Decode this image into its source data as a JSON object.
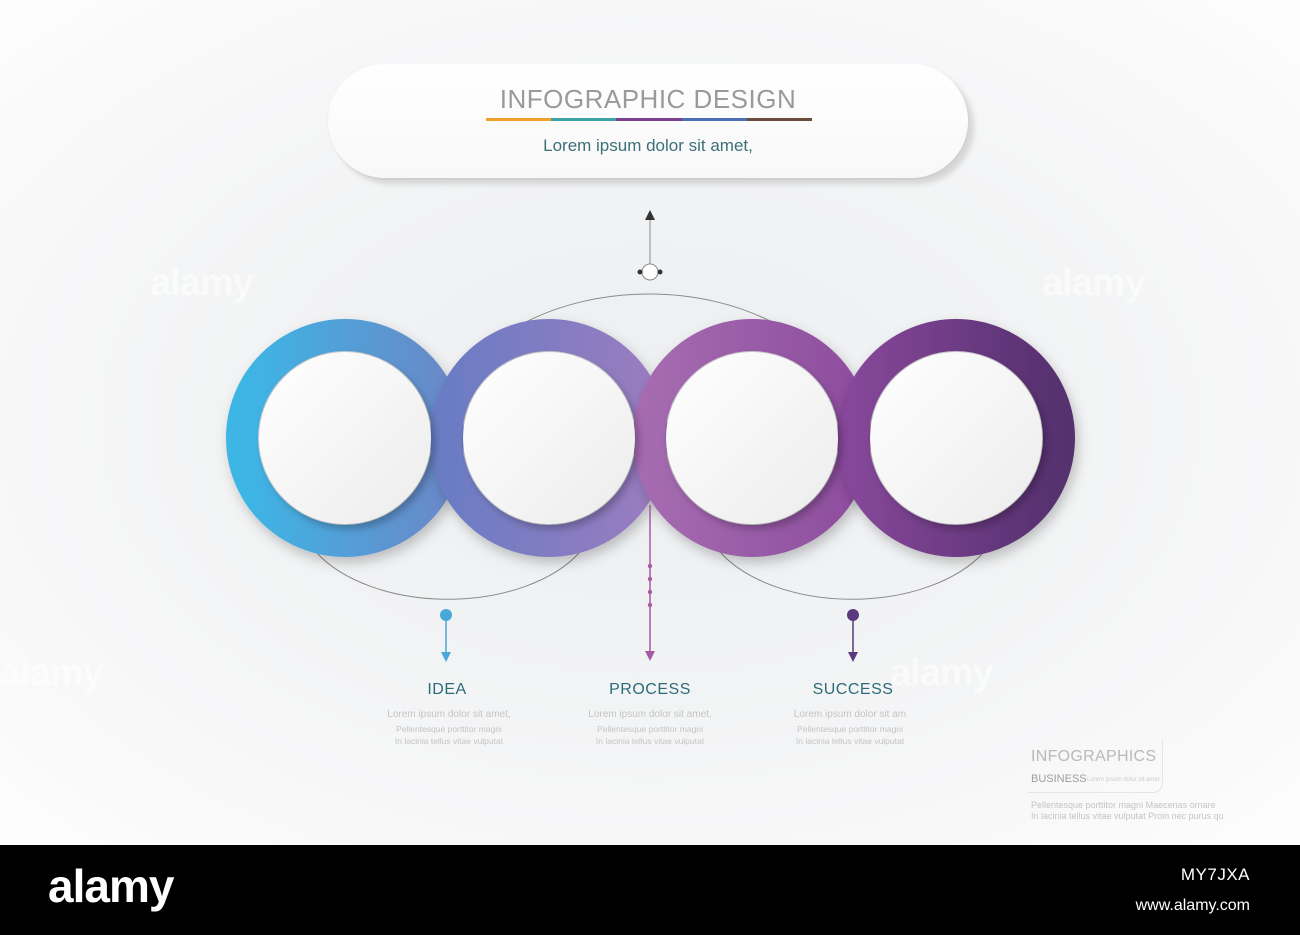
{
  "header": {
    "title": "INFOGRAPHIC DESIGN",
    "subtitle": "Lorem ipsum dolor sit amet,",
    "underline_colors": [
      "#f0a12a",
      "#3da3a7",
      "#7a3f8f",
      "#4a6fb5",
      "#6a4b3c"
    ]
  },
  "steps": [
    {
      "label": "IDEA",
      "desc_line1": "Lorem ipsum dolor sit amet,",
      "desc_line2": "Pellentesque porttitor magni",
      "desc_line3": "In lacinia tellus vitae vulputat",
      "color": "#4aa8d8"
    },
    {
      "label": "PROCESS",
      "desc_line1": "Lorem ipsum dolor sit amet,",
      "desc_line2": "Pellentesque porttitor magni",
      "desc_line3": "In lacinia tellus vitae vulputat",
      "color": "#a55aa5"
    },
    {
      "label": "SUCCESS",
      "desc_line1": "Lorem ipsum dolor sit am",
      "desc_line2": "Pellentesque porttitor magni",
      "desc_line3": "In lacinia tellus vitae vulputat",
      "color": "#5a3a7a"
    }
  ],
  "ring_colors": [
    {
      "from": "#3cb6e6",
      "to": "#6a88c8"
    },
    {
      "from": "#6a7cc4",
      "to": "#9a7cc0"
    },
    {
      "from": "#a56bb0",
      "to": "#8e4d9e"
    },
    {
      "from": "#86479a",
      "to": "#55306e"
    }
  ],
  "corner": {
    "title": "INFOGRAPHICS",
    "business": "BUSINESS",
    "small": "Lorem ipsum dolor sit amet",
    "note_line1": "Pellentesque porttitor magni Maecenas ornare",
    "note_line2": "In lacinia tellus vitae vulputat Proin nec purus qu"
  },
  "watermark": {
    "text": "alamy"
  },
  "footer": {
    "logo": "alamy",
    "image_id": "MY7JXA",
    "url": "www.alamy.com"
  }
}
